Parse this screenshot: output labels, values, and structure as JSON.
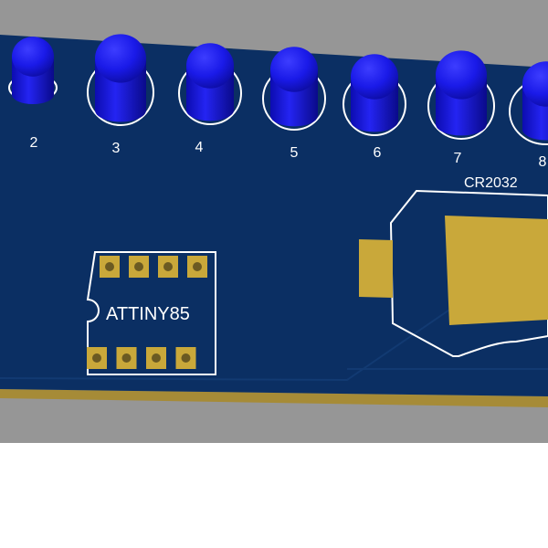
{
  "view": {
    "background_color": "#969696",
    "lower_area_color": "#ffffff"
  },
  "board": {
    "substrate_color": "#0b2f63",
    "silkscreen_color": "#ffffff",
    "copper_color": "#c9a83a",
    "led_color": "#1a1ae8",
    "edge_color": "#a68b37"
  },
  "leds": {
    "labels": [
      "2",
      "3",
      "4",
      "5",
      "6",
      "7",
      "8"
    ]
  },
  "ic": {
    "label": "ATTINY85",
    "pin_count": 8
  },
  "battery": {
    "label": "CR2032"
  }
}
